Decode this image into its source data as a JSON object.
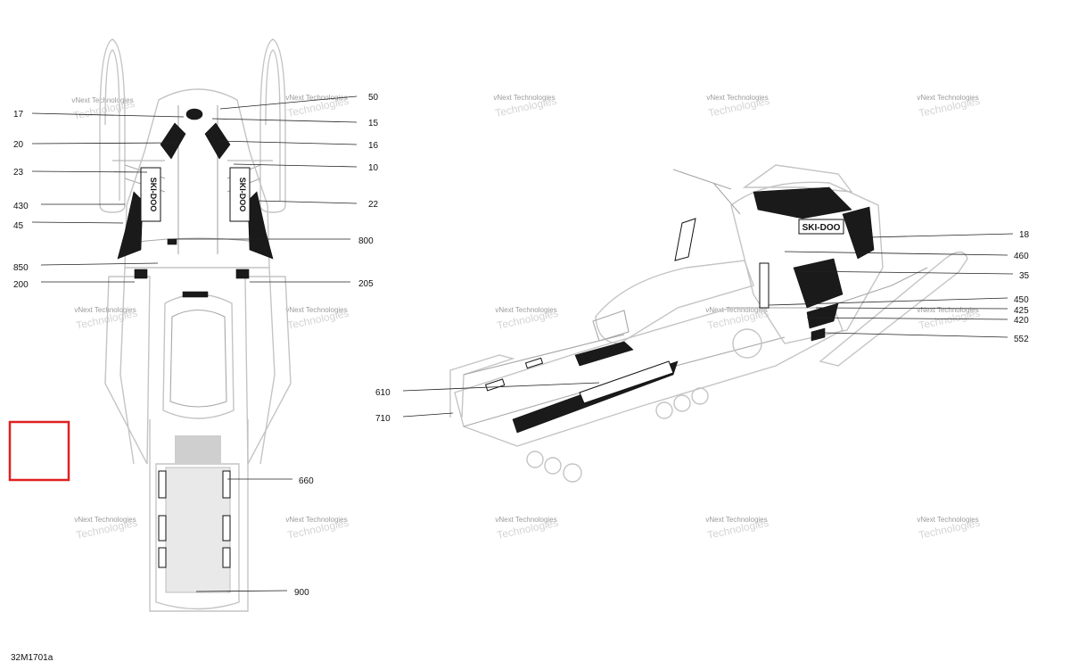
{
  "diagram_code": "32M1701a",
  "watermark": {
    "line1": "vNext Technologies",
    "line2": "vNext",
    "line3": "Technologies"
  },
  "brand_mark": "SKI-DOO",
  "callouts_top_view": {
    "c17": "17",
    "c50": "50",
    "c15": "15",
    "c20": "20",
    "c16": "16",
    "c23": "23",
    "c10": "10",
    "c430": "430",
    "c22": "22",
    "c45": "45",
    "c800": "800",
    "c850": "850",
    "c200": "200",
    "c205": "205",
    "c660": "660",
    "c900": "900"
  },
  "callouts_side_view": {
    "c18": "18",
    "c460": "460",
    "c35": "35",
    "c450": "450",
    "c425": "425",
    "c420": "420",
    "c552": "552",
    "c610": "610",
    "c710": "710"
  },
  "highlight_box_color": "#e02020"
}
